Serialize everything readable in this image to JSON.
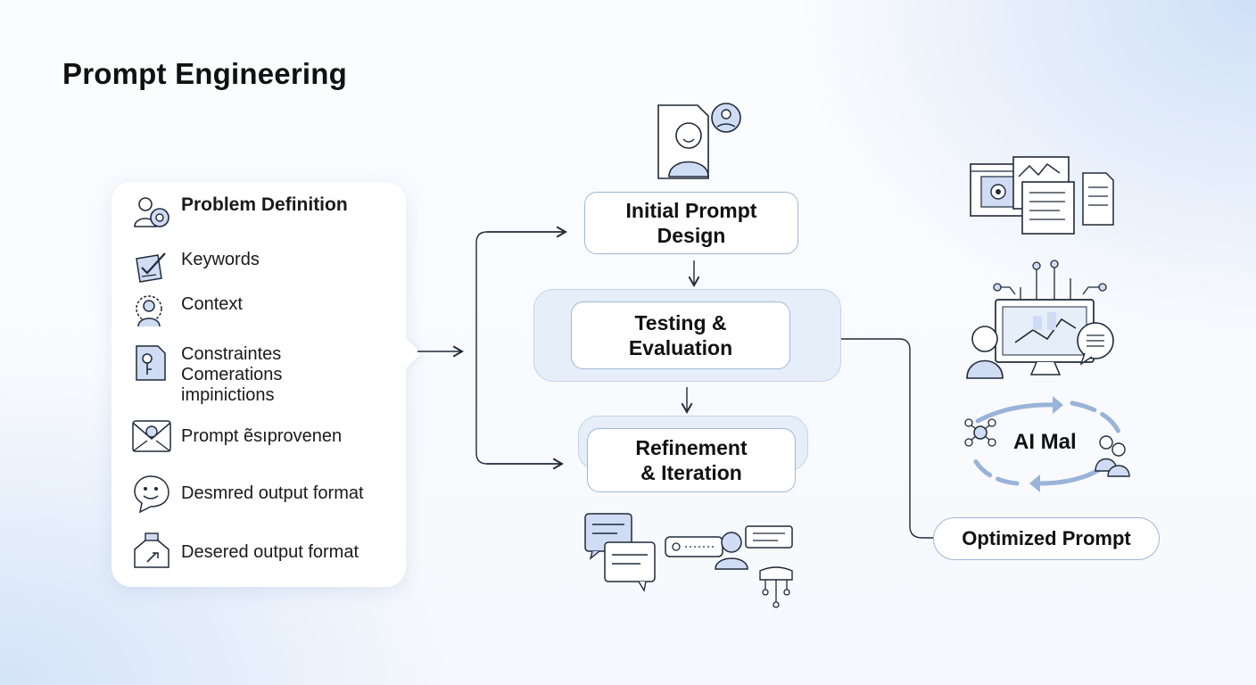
{
  "title": "Prompt Engineering",
  "left_panel": {
    "items": [
      {
        "label": "Problem Definition",
        "icon": "user-gear-icon"
      },
      {
        "label": "Keywords",
        "icon": "checklist-icon"
      },
      {
        "label": "Context",
        "icon": "user-badge-icon"
      },
      {
        "label": "Constraintes\nComerations\nimpinictions",
        "icon": "document-key-icon"
      },
      {
        "label": "Prompt ẽsıprovenen",
        "icon": "envelope-user-icon"
      },
      {
        "label": "Desmred output format",
        "icon": "chat-face-icon"
      },
      {
        "label": "Desered output format",
        "icon": "house-tool-icon"
      }
    ]
  },
  "flow": {
    "initial": "Initial Prompt\nDesign",
    "testing": "Testing &\nEvaluation",
    "refinement": "Refinement\n& Iteration",
    "optimized": "Optimized Prompt"
  },
  "loop_label": "AI Mal",
  "icons": {
    "designer": "person-document-icon",
    "charts": "charts-documents-icon",
    "analyst": "person-monitor-icon",
    "chat": "chat-messages-icon",
    "network": "network-nodes-icon",
    "team": "team-icon"
  },
  "colors": {
    "accent": "#9fb7d9",
    "icon_fill": "#cfdcf3",
    "line": "#1f2a3a"
  }
}
